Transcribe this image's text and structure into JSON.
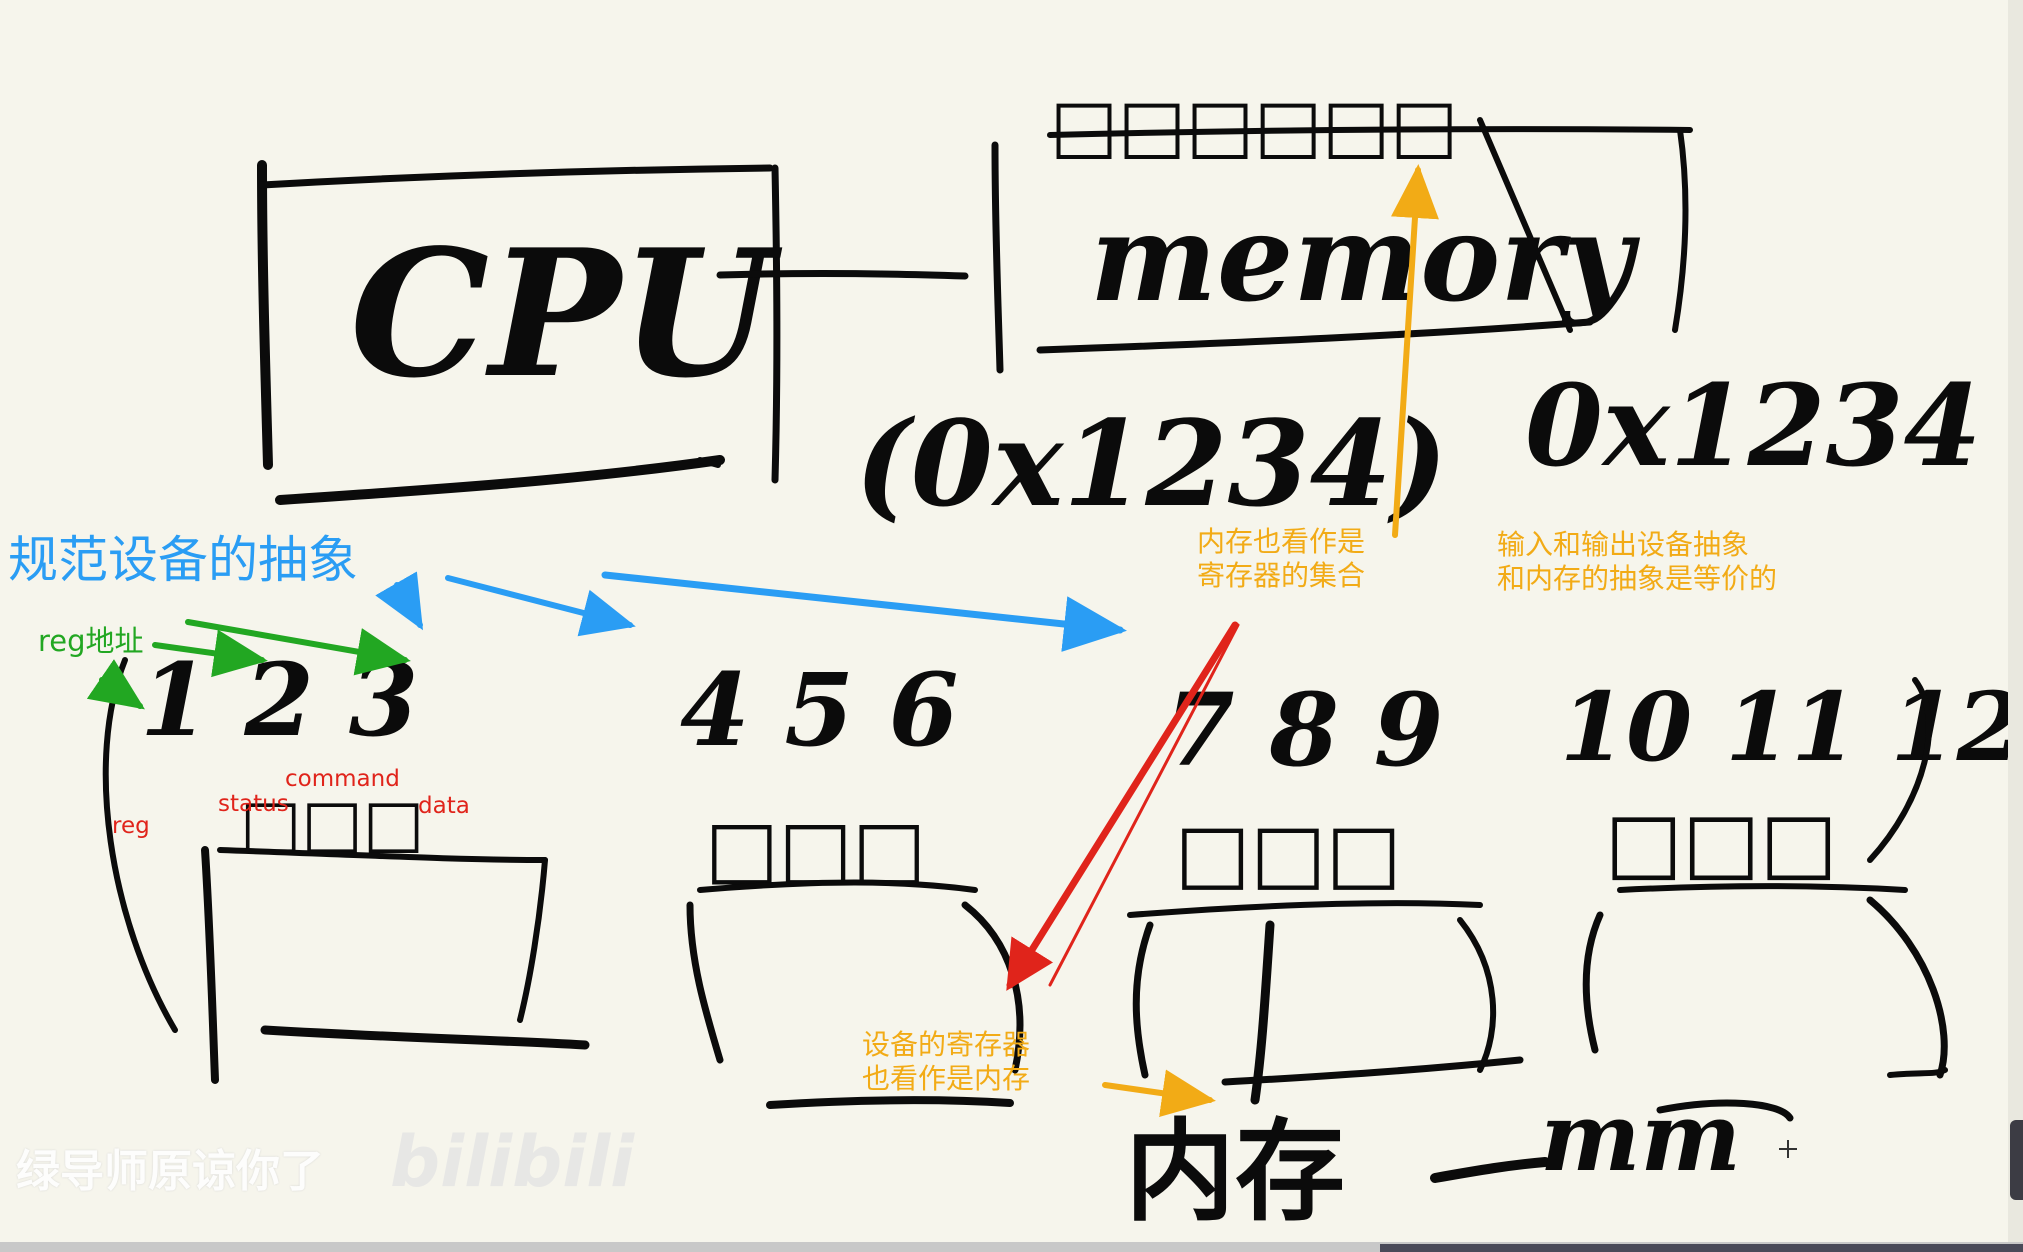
{
  "handwriting": {
    "cpu": "CPU",
    "memory": "memory",
    "memory_header": "□□□□□□",
    "addr_paren": "(0x1234)",
    "addr_plain": "0x1234",
    "dev1_nums": "1 2 3",
    "dev1_header": "□□□",
    "dev2_nums": "4 5 6",
    "dev2_header": "□□□",
    "dev3_nums": "7 8 9",
    "dev3_header": "□□□",
    "dev4_nums": "10 11 12",
    "dev4_header": "□□□",
    "bottom_memory": "内存",
    "bottom_mm": "mm"
  },
  "annotations": {
    "title": "规范设备的抽象",
    "reg_addr": "reg地址",
    "reg": "reg",
    "status": "status",
    "command": "command",
    "data": "data",
    "memory_as_regs": "内存也看作是\n寄存器的集合",
    "io_equiv": "输入和输出设备抽象\n和内存的抽象是等价的",
    "dev_regs_as_mem": "设备的寄存器\n也看作是内存"
  },
  "watermark": {
    "text": "绿导师原谅你了",
    "logo": "bilibili"
  },
  "colors": {
    "ink": "#0b0b0b",
    "blue": "#2a9df4",
    "green": "#22a722",
    "red": "#e0241b",
    "orange": "#f2ab16",
    "background": "#f6f5ec"
  }
}
